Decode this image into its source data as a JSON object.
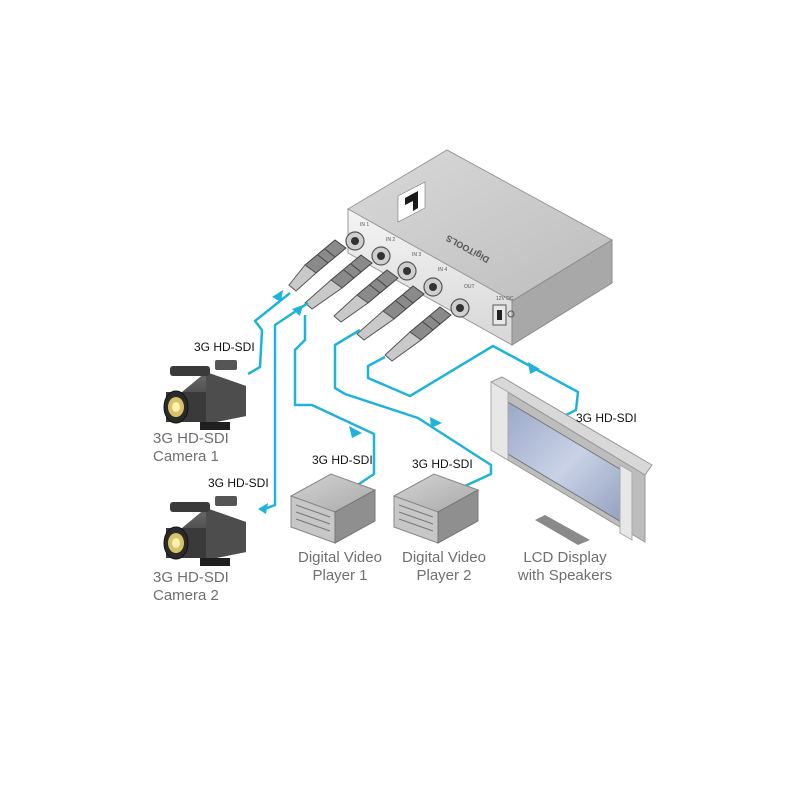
{
  "device": {
    "brand_text": "DigiTOOLS",
    "logo": "kramer-logo",
    "ports": [
      "IN 1",
      "IN 2",
      "IN 3",
      "IN 4",
      "OUT"
    ],
    "power_label": "12V DC"
  },
  "devices": {
    "camera1": {
      "line1": "3G HD-SDI",
      "line2": "Camera 1"
    },
    "camera2": {
      "line1": "3G HD-SDI",
      "line2": "Camera 2"
    },
    "player1": {
      "line1": "Digital Video",
      "line2": "Player 1"
    },
    "player2": {
      "line1": "Digital Video",
      "line2": "Player 2"
    },
    "display": {
      "line1": "LCD Display",
      "line2": "with Speakers"
    }
  },
  "cables": {
    "cam1": "3G HD-SDI",
    "cam2": "3G HD-SDI",
    "player1": "3G HD-SDI",
    "player2": "3G HD-SDI",
    "display": "3G HD-SDI"
  },
  "colors": {
    "cable": "#1fb3d9",
    "text_gray": "#6f6f6f"
  }
}
